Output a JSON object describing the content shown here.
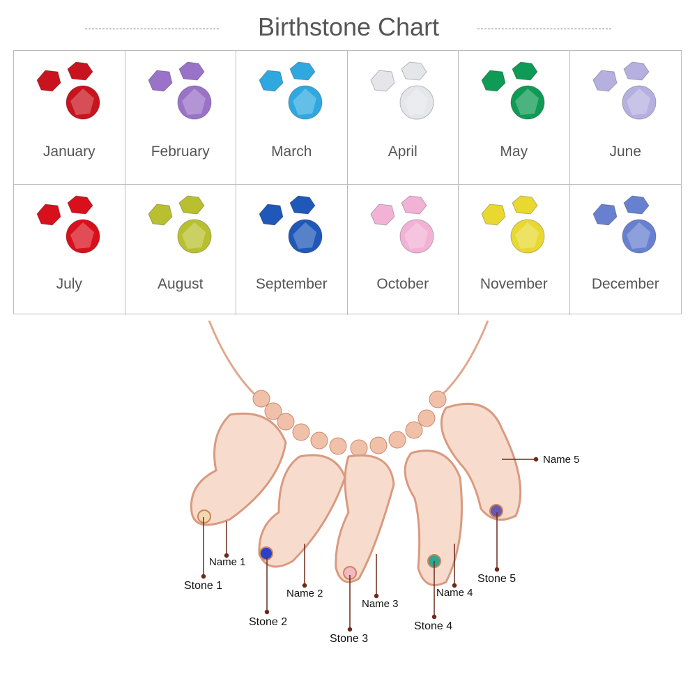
{
  "title": "Birthstone Chart",
  "months": [
    {
      "name": "January",
      "color": "#c8141e"
    },
    {
      "name": "February",
      "color": "#9a72c8"
    },
    {
      "name": "March",
      "color": "#2fa8e0"
    },
    {
      "name": "April",
      "color": "#e4e6ea"
    },
    {
      "name": "May",
      "color": "#0f9a55"
    },
    {
      "name": "June",
      "color": "#b6b0e0"
    },
    {
      "name": "July",
      "color": "#d8101c"
    },
    {
      "name": "August",
      "color": "#b8c030"
    },
    {
      "name": "September",
      "color": "#1f58b8"
    },
    {
      "name": "October",
      "color": "#f2b2d6"
    },
    {
      "name": "November",
      "color": "#e8d830"
    },
    {
      "name": "December",
      "color": "#6880d0"
    }
  ],
  "labels": {
    "name1": "Name 1",
    "name2": "Name 2",
    "name3": "Name 3",
    "name4": "Name 4",
    "name5": "Name 5",
    "stone1": "Stone 1",
    "stone2": "Stone 2",
    "stone3": "Stone 3",
    "stone4": "Stone 4",
    "stone5": "Stone 5"
  },
  "colors": {
    "rose_gold": "#f0c0a8",
    "stones": [
      "#f3d7b0",
      "#2a40c8",
      "#f4b8c0",
      "#2aa890",
      "#6a58b0"
    ]
  }
}
